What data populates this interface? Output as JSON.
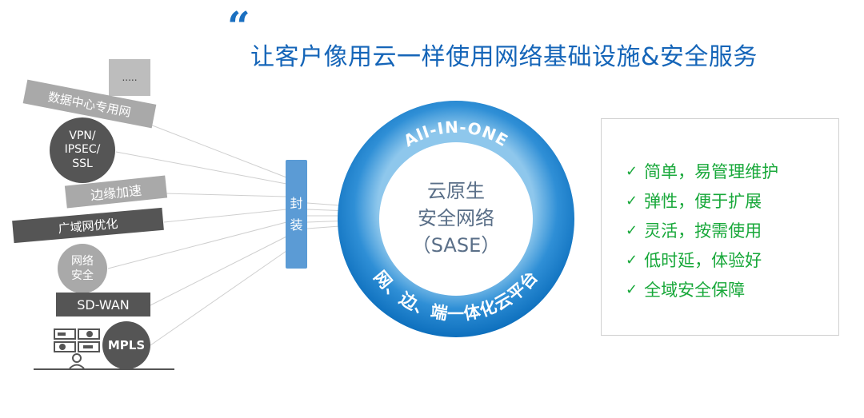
{
  "quote_mark": "“",
  "headline": "让客户像用云一样使用网络基础设施&安全服务",
  "stack": {
    "placeholder_block": ".....",
    "data_center_tag": "数据中心专用网",
    "vpn_circle": [
      "VPN/",
      "IPSEC/",
      "SSL"
    ],
    "edge_tag": "边缘加速",
    "wan_opt_tag": "广域网优化",
    "net_security_circle": [
      "网络",
      "安全"
    ],
    "sdwan_tag": "SD-WAN",
    "mpls_circle": "MPLS"
  },
  "encap_bar": [
    "封",
    "装"
  ],
  "ring": {
    "top_arc": "All-IN-ONE",
    "bottom_arc": "网、边、端一体化云平台",
    "center": [
      "云原生",
      "安全网络",
      "（SASE）"
    ]
  },
  "benefits": [
    "简单，易管理维护",
    "弹性，便于扩展",
    "灵活，按需使用",
    "低时延，体验好",
    "全域安全保障"
  ],
  "check_glyph": "✓",
  "colors": {
    "headline": "#1565b8",
    "ring_outer": "#0d6fbd",
    "ring_inner": "#8ec7ec",
    "encap": "#5b9bd5",
    "benefit_text": "#18a83a",
    "dark_gray": "#555555",
    "light_gray": "#a9a9a9"
  }
}
